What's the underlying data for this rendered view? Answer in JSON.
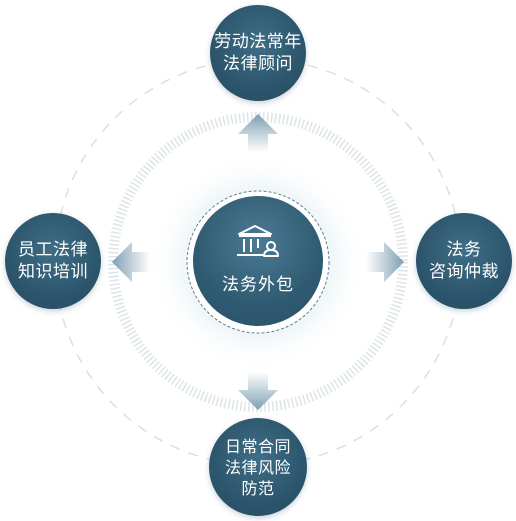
{
  "center": {
    "label": "法务外包",
    "icon": "courthouse-user-icon"
  },
  "nodes": {
    "top": {
      "lines": [
        "劳动法常年",
        "法律顾问"
      ]
    },
    "left": {
      "lines": [
        "员工法律",
        "知识培训"
      ]
    },
    "right": {
      "lines": [
        "法务",
        "咨询仲裁"
      ]
    },
    "bottom": {
      "lines": [
        "日常合同",
        "法律风险",
        "防范"
      ]
    }
  },
  "colors": {
    "node_fill": "#2c566d",
    "arrow": "#7fa0b4",
    "ring": "#d4dde3",
    "halo": "#eef5f8"
  }
}
